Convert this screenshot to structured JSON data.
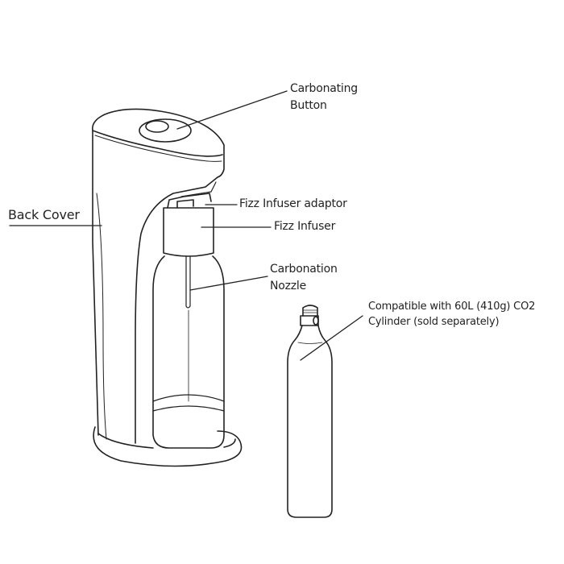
{
  "labels": {
    "carbonating_button": [
      "Carbonating",
      "Button"
    ],
    "back_cover": "Back Cover",
    "fizz_infuser_adaptor": "Fizz Infuser adaptor",
    "fizz_infuser": "Fizz Infuser",
    "carbonation_nozzle": [
      "Carbonation",
      "Nozzle"
    ],
    "cylinder": [
      "Compatible with 60L (410g) CO2",
      "Cylinder (sold separately)"
    ]
  },
  "colors": {
    "line": "#222222",
    "background": "#ffffff"
  }
}
